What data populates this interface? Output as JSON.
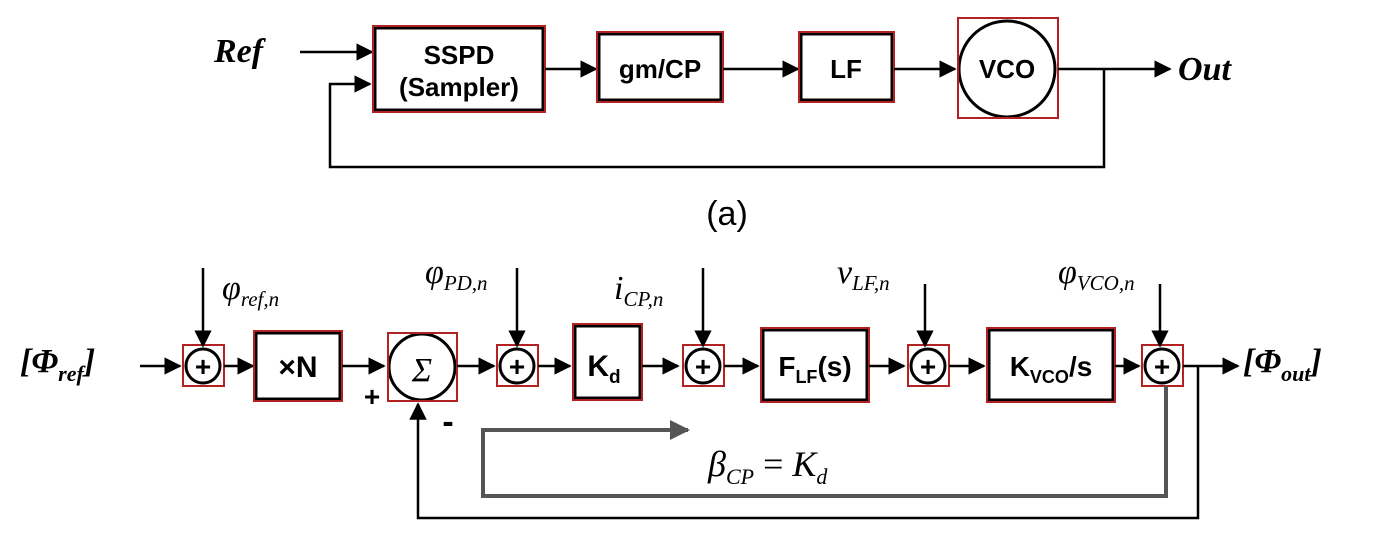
{
  "part_a": {
    "input_label": "Ref",
    "output_label": "Out",
    "blocks": {
      "sspd_line1": "SSPD",
      "sspd_line2": "(Sampler)",
      "gmcp": "gm/CP",
      "lf": "LF",
      "vco": "VCO"
    },
    "caption": "(a)"
  },
  "part_b": {
    "input_label": {
      "open": "[Φ",
      "sub": "ref",
      "close": "]"
    },
    "output_label": {
      "open": "[Φ",
      "sub": "out",
      "close": "]"
    },
    "blocks": {
      "multiplier": "×N",
      "summer": "Σ",
      "kd_main": "K",
      "kd_sub": "d",
      "flf_main": "F",
      "flf_sub": "LF",
      "flf_tail": "(s)",
      "kvco_main": "K",
      "kvco_sub": "VCO",
      "kvco_tail": "/s"
    },
    "noise_sources": [
      {
        "sym": "φ",
        "sub": "ref,n"
      },
      {
        "sym": "φ",
        "sub": "PD,n"
      },
      {
        "sym": "i",
        "sub": "CP,n"
      },
      {
        "sym": "v",
        "sub": "LF,n"
      },
      {
        "sym": "φ",
        "sub": "VCO,n"
      }
    ],
    "adder_symbol": "+",
    "summer_plus": "+",
    "summer_minus": "-",
    "equation": {
      "lhs": "β",
      "lhs_sub": "CP",
      "eq": " = ",
      "rhs": "K",
      "rhs_sub": "d"
    }
  }
}
